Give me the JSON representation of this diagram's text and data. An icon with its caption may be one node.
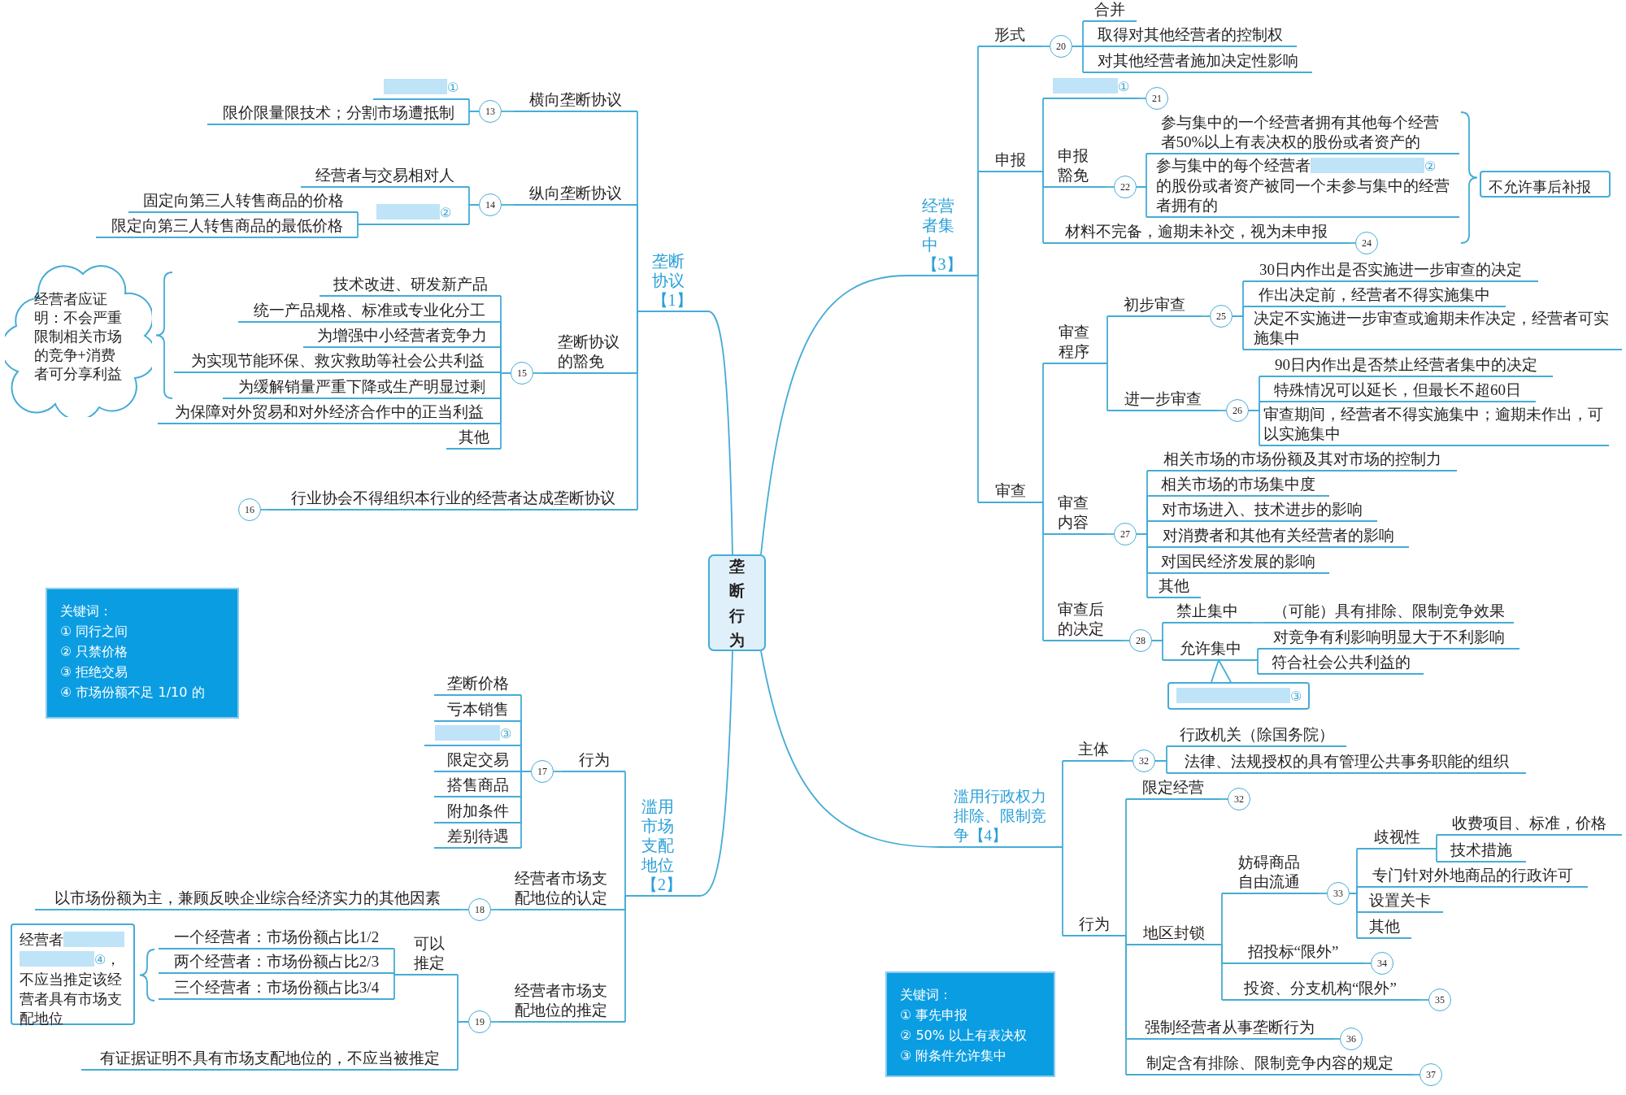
{
  "diagram": {
    "nodes": [
      {
        "text": [
          "垄断行为"
        ]
      },
      {
        "text": [
          "垄断协议【1】"
        ]
      },
      {
        "text": [
          "横向垄断协议"
        ]
      },
      {
        "text": [
          "13"
        ]
      },
      {
        "text": [
          "①"
        ]
      },
      {
        "text": [
          "限价限量限技术；分割市场遭抵制"
        ]
      },
      {
        "text": [
          "纵向垄断协议"
        ]
      },
      {
        "text": [
          "14"
        ]
      },
      {
        "text": [
          "经营者与交易相对人"
        ]
      },
      {
        "text": [
          "②"
        ]
      },
      {
        "text": [
          "固定向第三人转售商品的价格"
        ]
      },
      {
        "text": [
          "限定向第三人转售商品的最低价格"
        ]
      },
      {
        "text": [
          "垄断协议的豁免"
        ]
      },
      {
        "text": [
          "15"
        ]
      },
      {
        "text": [
          "技术改进、研发新产品"
        ]
      },
      {
        "text": [
          "统一产品规格、标准或专业化分工"
        ]
      },
      {
        "text": [
          "为增强中小经营者竞争力"
        ]
      },
      {
        "text": [
          "为实现节能环保、救灾救助等社会公共利益"
        ]
      },
      {
        "text": [
          "为缓解销量严重下降或生产明显过剩"
        ]
      },
      {
        "text": [
          "为保障对外贸易和对外经济合作中的正当利益"
        ]
      },
      {
        "text": [
          "其他"
        ]
      },
      {
        "text": [
          "经营者应证明：不会严重限制相关市场的竞争+消费者可分享利益"
        ]
      },
      {
        "text": [
          "行业协会不得组织本行业的经营者达成垄断协议"
        ]
      },
      {
        "text": [
          "16"
        ]
      },
      {
        "text": [
          "关键词：",
          "① 同行之间",
          "② 只禁价格",
          "③ 拒绝交易",
          "④ 市场份额不足 1/10 的"
        ]
      },
      {
        "text": [
          "滥用市场支配地位【2】"
        ]
      },
      {
        "text": [
          "行为"
        ]
      },
      {
        "text": [
          "17"
        ]
      },
      {
        "text": [
          "垄断价格"
        ]
      },
      {
        "text": [
          "亏本销售"
        ]
      },
      {
        "text": [
          "③"
        ]
      },
      {
        "text": [
          "限定交易"
        ]
      },
      {
        "text": [
          "搭售商品"
        ]
      },
      {
        "text": [
          "附加条件"
        ]
      },
      {
        "text": [
          "差别待遇"
        ]
      },
      {
        "text": [
          "经营者市场支配地位的认定"
        ]
      },
      {
        "text": [
          "18"
        ]
      },
      {
        "text": [
          "以市场份额为主，兼顾反映企业综合经济实力的其他因素"
        ]
      },
      {
        "text": [
          "经营者市场支配地位的推定"
        ]
      },
      {
        "text": [
          "19"
        ]
      },
      {
        "text": [
          "可以推定"
        ]
      },
      {
        "text": [
          "一个经营者：市场份额占比1/2"
        ]
      },
      {
        "text": [
          "两个经营者：市场份额占比2/3"
        ]
      },
      {
        "text": [
          "三个经营者：市场份额占比3/4"
        ]
      },
      {
        "text": [
          "经营者",
          "④",
          "，不应当推定该经营者具有市场支配地位"
        ]
      },
      {
        "text": [
          "有证据证明不具有市场支配地位的，不应当被推定"
        ]
      },
      {
        "text": [
          "经营者集中【3】"
        ]
      },
      {
        "text": [
          "形式"
        ]
      },
      {
        "text": [
          "20"
        ]
      },
      {
        "text": [
          "合并"
        ]
      },
      {
        "text": [
          "取得对其他经营者的控制权"
        ]
      },
      {
        "text": [
          "对其他经营者施加决定性影响"
        ]
      },
      {
        "text": [
          "申报"
        ]
      },
      {
        "text": [
          "①"
        ]
      },
      {
        "text": [
          "21"
        ]
      },
      {
        "text": [
          "申报豁免"
        ]
      },
      {
        "text": [
          "22"
        ]
      },
      {
        "text": [
          "参与集中的一个经营者拥有其他每个经营者50%以上有表决权的股份或者资产的"
        ]
      },
      {
        "text": [
          "参与集中的每个经营者",
          "②",
          "的股份或者资产被同一个未参与集中的经营者拥有的"
        ]
      },
      {
        "text": [
          "材料不完备，逾期未补交，视为未申报"
        ]
      },
      {
        "text": [
          "24"
        ]
      },
      {
        "text": [
          "不允许事后补报"
        ]
      },
      {
        "text": [
          "审查"
        ]
      },
      {
        "text": [
          "审查程序"
        ]
      },
      {
        "text": [
          "初步审查"
        ]
      },
      {
        "text": [
          "25"
        ]
      },
      {
        "text": [
          "30日内作出是否实施进一步审查的决定"
        ]
      },
      {
        "text": [
          "作出决定前，经营者不得实施集中"
        ]
      },
      {
        "text": [
          "决定不实施进一步审查或逾期未作决定，经营者可实施集中"
        ]
      },
      {
        "text": [
          "进一步审查"
        ]
      },
      {
        "text": [
          "26"
        ]
      },
      {
        "text": [
          "90日内作出是否禁止经营者集中的决定"
        ]
      },
      {
        "text": [
          "特殊情况可以延长，但最长不超60日"
        ]
      },
      {
        "text": [
          "审查期间，经营者不得实施集中；逾期未作出，可以实施集中"
        ]
      },
      {
        "text": [
          "审查内容"
        ]
      },
      {
        "text": [
          "27"
        ]
      },
      {
        "text": [
          "相关市场的市场份额及其对市场的控制力"
        ]
      },
      {
        "text": [
          "相关市场的市场集中度"
        ]
      },
      {
        "text": [
          "对市场进入、技术进步的影响"
        ]
      },
      {
        "text": [
          "对消费者和其他有关经营者的影响"
        ]
      },
      {
        "text": [
          "对国民经济发展的影响"
        ]
      },
      {
        "text": [
          "其他"
        ]
      },
      {
        "text": [
          "审查后的决定"
        ]
      },
      {
        "text": [
          "28"
        ]
      },
      {
        "text": [
          "禁止集中"
        ]
      },
      {
        "text": [
          "（可能）具有排除、限制竞争效果"
        ]
      },
      {
        "text": [
          "允许集中"
        ]
      },
      {
        "text": [
          "对竞争有利影响明显大于不利影响"
        ]
      },
      {
        "text": [
          "符合社会公共利益的"
        ]
      },
      {
        "text": [
          "③"
        ]
      },
      {
        "text": [
          "滥用行政权力排除、限制竞争【4】"
        ]
      },
      {
        "text": [
          "主体"
        ]
      },
      {
        "text": [
          "32"
        ]
      },
      {
        "text": [
          "行政机关（除国务院）"
        ]
      },
      {
        "text": [
          "法律、法规授权的具有管理公共事务职能的组织"
        ]
      },
      {
        "text": [
          "行为"
        ]
      },
      {
        "text": [
          "限定经营"
        ]
      },
      {
        "text": [
          "32"
        ]
      },
      {
        "text": [
          "地区封锁"
        ]
      },
      {
        "text": [
          "妨碍商品自由流通"
        ]
      },
      {
        "text": [
          "33"
        ]
      },
      {
        "text": [
          "歧视性"
        ]
      },
      {
        "text": [
          "收费项目、标准，价格"
        ]
      },
      {
        "text": [
          "技术措施"
        ]
      },
      {
        "text": [
          "专门针对外地商品的行政许可"
        ]
      },
      {
        "text": [
          "设置关卡"
        ]
      },
      {
        "text": [
          "其他"
        ]
      },
      {
        "text": [
          "招投标“限外”"
        ]
      },
      {
        "text": [
          "34"
        ]
      },
      {
        "text": [
          "投资、分支机构“限外”"
        ]
      },
      {
        "text": [
          "35"
        ]
      },
      {
        "text": [
          "强制经营者从事垄断行为"
        ]
      },
      {
        "text": [
          "36"
        ]
      },
      {
        "text": [
          "制定含有排除、限制竞争内容的规定"
        ]
      },
      {
        "text": [
          "37"
        ]
      },
      {
        "text": [
          "关键词：",
          "① 事先申报",
          "② 50% 以上有表决权",
          "③ 附条件允许集中"
        ]
      }
    ],
    "edges": [
      {
        "from": 0,
        "to": 1,
        "arrow": "none"
      },
      {
        "from": 1,
        "to": 2,
        "arrow": "none"
      },
      {
        "from": 2,
        "to": 3,
        "arrow": "none"
      },
      {
        "from": 3,
        "to": 4,
        "arrow": "none"
      },
      {
        "from": 3,
        "to": 5,
        "arrow": "none"
      },
      {
        "from": 1,
        "to": 6,
        "arrow": "none"
      },
      {
        "from": 6,
        "to": 7,
        "arrow": "none"
      },
      {
        "from": 7,
        "to": 8,
        "arrow": "none"
      },
      {
        "from": 7,
        "to": 9,
        "arrow": "none"
      },
      {
        "from": 9,
        "to": 10,
        "arrow": "none"
      },
      {
        "from": 9,
        "to": 11,
        "arrow": "none"
      },
      {
        "from": 1,
        "to": 12,
        "arrow": "none"
      },
      {
        "from": 12,
        "to": 13,
        "arrow": "none"
      },
      {
        "from": 13,
        "to": 14,
        "arrow": "none"
      },
      {
        "from": 13,
        "to": 15,
        "arrow": "none"
      },
      {
        "from": 13,
        "to": 16,
        "arrow": "none"
      },
      {
        "from": 13,
        "to": 17,
        "arrow": "none"
      },
      {
        "from": 13,
        "to": 18,
        "arrow": "none"
      },
      {
        "from": 13,
        "to": 19,
        "arrow": "none"
      },
      {
        "from": 13,
        "to": 20,
        "arrow": "none"
      },
      {
        "from": 1,
        "to": 22,
        "arrow": "none"
      },
      {
        "from": 22,
        "to": 23,
        "arrow": "none"
      },
      {
        "from": 0,
        "to": 25,
        "arrow": "none"
      },
      {
        "from": 25,
        "to": 26,
        "arrow": "none"
      },
      {
        "from": 26,
        "to": 27,
        "arrow": "none"
      },
      {
        "from": 27,
        "to": 28,
        "arrow": "none"
      },
      {
        "from": 27,
        "to": 29,
        "arrow": "none"
      },
      {
        "from": 27,
        "to": 30,
        "arrow": "none"
      },
      {
        "from": 27,
        "to": 31,
        "arrow": "none"
      },
      {
        "from": 27,
        "to": 32,
        "arrow": "none"
      },
      {
        "from": 27,
        "to": 33,
        "arrow": "none"
      },
      {
        "from": 27,
        "to": 34,
        "arrow": "none"
      },
      {
        "from": 25,
        "to": 35,
        "arrow": "none"
      },
      {
        "from": 35,
        "to": 36,
        "arrow": "none"
      },
      {
        "from": 36,
        "to": 37,
        "arrow": "none"
      },
      {
        "from": 25,
        "to": 38,
        "arrow": "none"
      },
      {
        "from": 38,
        "to": 39,
        "arrow": "none"
      },
      {
        "from": 39,
        "to": 40,
        "arrow": "none"
      },
      {
        "from": 40,
        "to": 41,
        "arrow": "none"
      },
      {
        "from": 40,
        "to": 42,
        "arrow": "none"
      },
      {
        "from": 40,
        "to": 43,
        "arrow": "none"
      },
      {
        "from": 39,
        "to": 45,
        "arrow": "none"
      },
      {
        "from": 0,
        "to": 46,
        "arrow": "none"
      },
      {
        "from": 46,
        "to": 47,
        "arrow": "none"
      },
      {
        "from": 47,
        "to": 48,
        "arrow": "none"
      },
      {
        "from": 48,
        "to": 49,
        "arrow": "none"
      },
      {
        "from": 48,
        "to": 50,
        "arrow": "none"
      },
      {
        "from": 48,
        "to": 51,
        "arrow": "none"
      },
      {
        "from": 46,
        "to": 52,
        "arrow": "none"
      },
      {
        "from": 52,
        "to": 53,
        "arrow": "none"
      },
      {
        "from": 53,
        "to": 54,
        "arrow": "none"
      },
      {
        "from": 52,
        "to": 55,
        "arrow": "none"
      },
      {
        "from": 55,
        "to": 56,
        "arrow": "none"
      },
      {
        "from": 56,
        "to": 57,
        "arrow": "none"
      },
      {
        "from": 56,
        "to": 58,
        "arrow": "none"
      },
      {
        "from": 52,
        "to": 59,
        "arrow": "none"
      },
      {
        "from": 59,
        "to": 60,
        "arrow": "none"
      },
      {
        "from": 46,
        "to": 62,
        "arrow": "none"
      },
      {
        "from": 62,
        "to": 63,
        "arrow": "none"
      },
      {
        "from": 63,
        "to": 64,
        "arrow": "none"
      },
      {
        "from": 64,
        "to": 65,
        "arrow": "none"
      },
      {
        "from": 65,
        "to": 66,
        "arrow": "none"
      },
      {
        "from": 65,
        "to": 67,
        "arrow": "none"
      },
      {
        "from": 65,
        "to": 68,
        "arrow": "none"
      },
      {
        "from": 63,
        "to": 69,
        "arrow": "none"
      },
      {
        "from": 69,
        "to": 70,
        "arrow": "none"
      },
      {
        "from": 70,
        "to": 71,
        "arrow": "none"
      },
      {
        "from": 70,
        "to": 72,
        "arrow": "none"
      },
      {
        "from": 70,
        "to": 73,
        "arrow": "none"
      },
      {
        "from": 62,
        "to": 74,
        "arrow": "none"
      },
      {
        "from": 74,
        "to": 75,
        "arrow": "none"
      },
      {
        "from": 75,
        "to": 76,
        "arrow": "none"
      },
      {
        "from": 75,
        "to": 77,
        "arrow": "none"
      },
      {
        "from": 75,
        "to": 78,
        "arrow": "none"
      },
      {
        "from": 75,
        "to": 79,
        "arrow": "none"
      },
      {
        "from": 75,
        "to": 80,
        "arrow": "none"
      },
      {
        "from": 75,
        "to": 81,
        "arrow": "none"
      },
      {
        "from": 62,
        "to": 82,
        "arrow": "none"
      },
      {
        "from": 82,
        "to": 83,
        "arrow": "none"
      },
      {
        "from": 83,
        "to": 84,
        "arrow": "none"
      },
      {
        "from": 84,
        "to": 85,
        "arrow": "none"
      },
      {
        "from": 83,
        "to": 86,
        "arrow": "none"
      },
      {
        "from": 86,
        "to": 87,
        "arrow": "none"
      },
      {
        "from": 86,
        "to": 88,
        "arrow": "none"
      },
      {
        "from": 89,
        "to": 86,
        "arrow": "none"
      },
      {
        "from": 0,
        "to": 90,
        "arrow": "none"
      },
      {
        "from": 90,
        "to": 91,
        "arrow": "none"
      },
      {
        "from": 91,
        "to": 92,
        "arrow": "none"
      },
      {
        "from": 92,
        "to": 93,
        "arrow": "none"
      },
      {
        "from": 92,
        "to": 94,
        "arrow": "none"
      },
      {
        "from": 90,
        "to": 95,
        "arrow": "none"
      },
      {
        "from": 95,
        "to": 96,
        "arrow": "none"
      },
      {
        "from": 96,
        "to": 97,
        "arrow": "none"
      },
      {
        "from": 95,
        "to": 98,
        "arrow": "none"
      },
      {
        "from": 98,
        "to": 99,
        "arrow": "none"
      },
      {
        "from": 99,
        "to": 100,
        "arrow": "none"
      },
      {
        "from": 100,
        "to": 101,
        "arrow": "none"
      },
      {
        "from": 101,
        "to": 102,
        "arrow": "none"
      },
      {
        "from": 101,
        "to": 103,
        "arrow": "none"
      },
      {
        "from": 100,
        "to": 104,
        "arrow": "none"
      },
      {
        "from": 100,
        "to": 105,
        "arrow": "none"
      },
      {
        "from": 100,
        "to": 106,
        "arrow": "none"
      },
      {
        "from": 98,
        "to": 107,
        "arrow": "none"
      },
      {
        "from": 107,
        "to": 108,
        "arrow": "none"
      },
      {
        "from": 98,
        "to": 109,
        "arrow": "none"
      },
      {
        "from": 109,
        "to": 110,
        "arrow": "none"
      },
      {
        "from": 95,
        "to": 111,
        "arrow": "none"
      },
      {
        "from": 111,
        "to": 112,
        "arrow": "none"
      },
      {
        "from": 95,
        "to": 113,
        "arrow": "none"
      },
      {
        "from": 113,
        "to": 114,
        "arrow": "none"
      }
    ]
  }
}
